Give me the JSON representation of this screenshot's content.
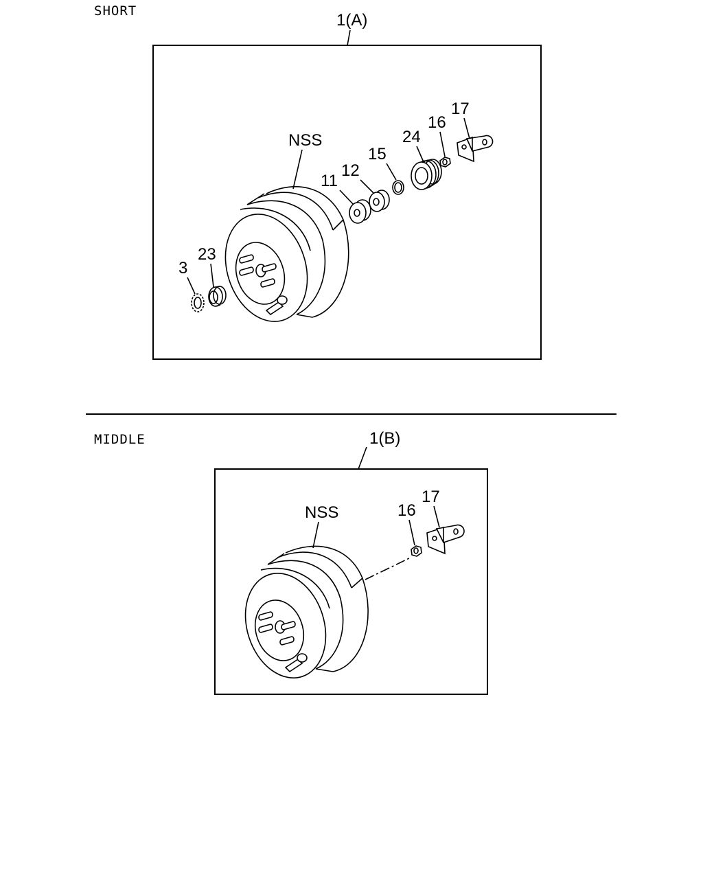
{
  "sections": [
    {
      "title": "SHORT",
      "assembly_label": "1(A)",
      "callouts": {
        "nss": "NSS",
        "p11": "11",
        "p12": "12",
        "p15": "15",
        "p24": "24",
        "p16": "16",
        "p17": "17",
        "p3": "3",
        "p23": "23"
      }
    },
    {
      "title": "MIDDLE",
      "assembly_label": "1(B)",
      "callouts": {
        "nss": "NSS",
        "p16": "16",
        "p17": "17"
      }
    }
  ]
}
